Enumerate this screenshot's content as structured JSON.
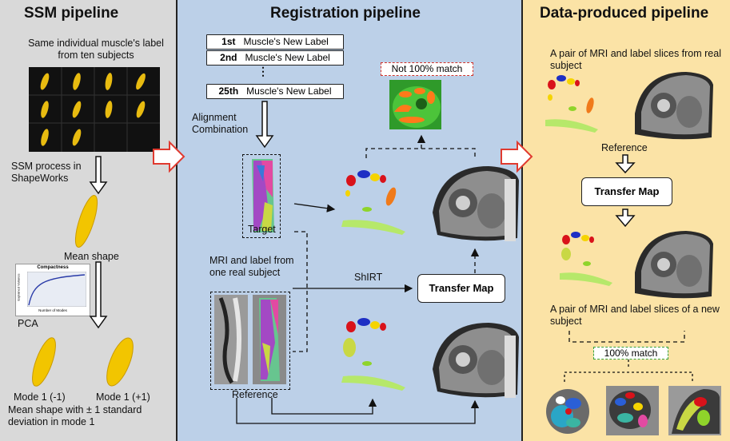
{
  "panels": {
    "ssm": {
      "title": "SSM pipeline",
      "caption_top": "Same individual muscle's label from ten subjects",
      "process": "SSM process in ShapeWorks",
      "mean_shape": "Mean shape",
      "pca": "PCA",
      "plot_title": "Compactness",
      "plot_ylabel": "Explained Variance",
      "plot_xlabel": "Number of Modes",
      "mode_minus": "Mode 1 (-1)",
      "mode_plus": "Mode 1 (+1)",
      "caption_bottom": "Mean shape with ± 1 standard deviation in mode 1"
    },
    "registration": {
      "title": "Registration pipeline",
      "labels": [
        {
          "ord": "1st",
          "text": "Muscle's New Label"
        },
        {
          "ord": "2nd",
          "text": "Muscle's New Label"
        },
        {
          "ord": "25th",
          "text": "Muscle's New Label"
        }
      ],
      "ellipsis": "⋮",
      "alignment": "Alignment Combination",
      "not_match": "Not 100% match",
      "target": "Target",
      "mri_label": "MRI and label from one real subject",
      "shirt": "ShIRT",
      "transfer_map": "Transfer Map",
      "reference": "Reference"
    },
    "data": {
      "title": "Data-produced pipeline",
      "pair_real": "A pair of MRI and label slices from real subject",
      "reference": "Reference",
      "transfer_map": "Transfer Map",
      "pair_new": "A pair of MRI and label slices of a new subject",
      "match": "100% match"
    }
  },
  "colors": {
    "ssm_bg": "#d9d9d9",
    "reg_bg": "#bcd0e8",
    "data_bg": "#fbe3a6",
    "arrow_red": "#e03a2f",
    "muscle_yellow": "#f2c500",
    "match_red": "#d0342c",
    "match_green": "#3aa23a"
  }
}
